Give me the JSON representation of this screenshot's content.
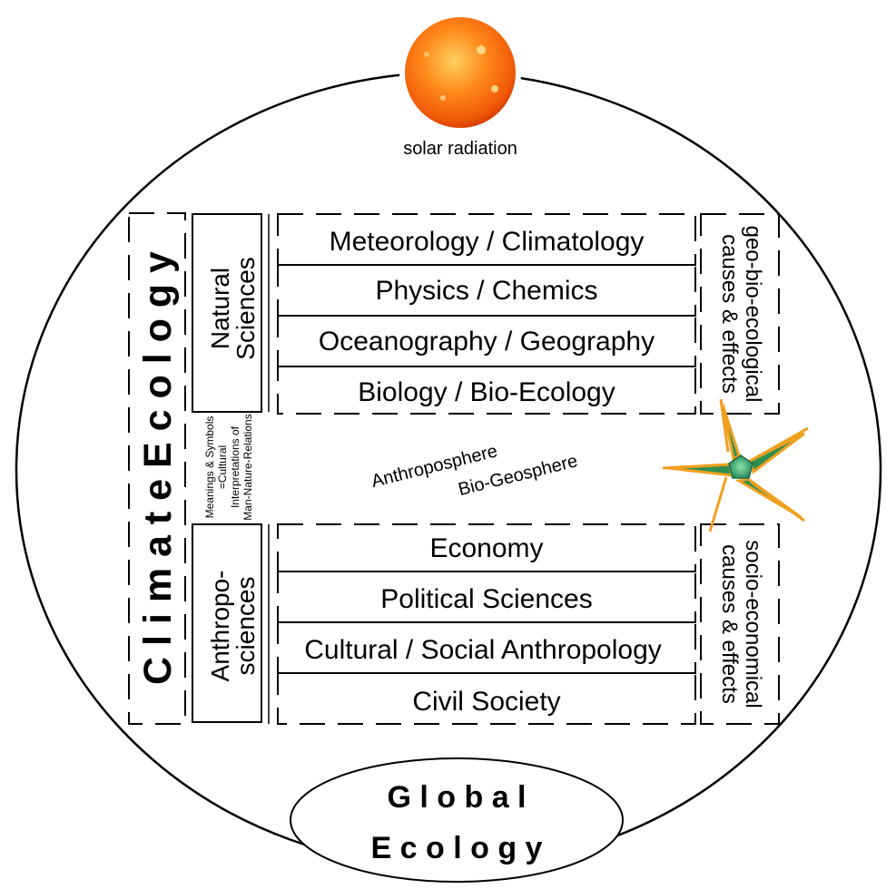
{
  "sun": {
    "caption": "solar radiation"
  },
  "side_title": "C l i m a t e   E c o l o g y",
  "natural_sciences": {
    "label": "Natural Sciences",
    "line1": "Natural",
    "line2": "Sciences",
    "rows": [
      "Meteorology / Climatology",
      "Physics / Chemics",
      "Oceanography / Geography",
      "Biology / Bio-Ecology"
    ]
  },
  "meanings": {
    "line1": "Meanings & Symbols",
    "line2": "=Cultural",
    "line3": "Interpretations of",
    "line4": "Man-Nature-Relations"
  },
  "center": {
    "line1": "Anthroposphere",
    "line2": "Bio-Geosphere"
  },
  "anthroposciences": {
    "line1": "Anthropo-",
    "line2": "sciences",
    "rows": [
      "Economy",
      "Political Sciences",
      "Cultural / Social Anthropology",
      "Civil Society"
    ]
  },
  "right_top": {
    "line1": "geo-bio-ecological",
    "line2": "causes & effects"
  },
  "right_bottom": {
    "line1": "socio-economical",
    "line2": "causes & effects"
  },
  "bottom": {
    "line1": "G l o b a l",
    "line2": "E c o l o g y"
  },
  "colors": {
    "sun_core": "#ff8a1c",
    "sun_edge": "#e03a00",
    "spiral_orange": "#f0a020",
    "spiral_green": "#2f8f4f",
    "spiral_core": "#1f8a5a"
  }
}
